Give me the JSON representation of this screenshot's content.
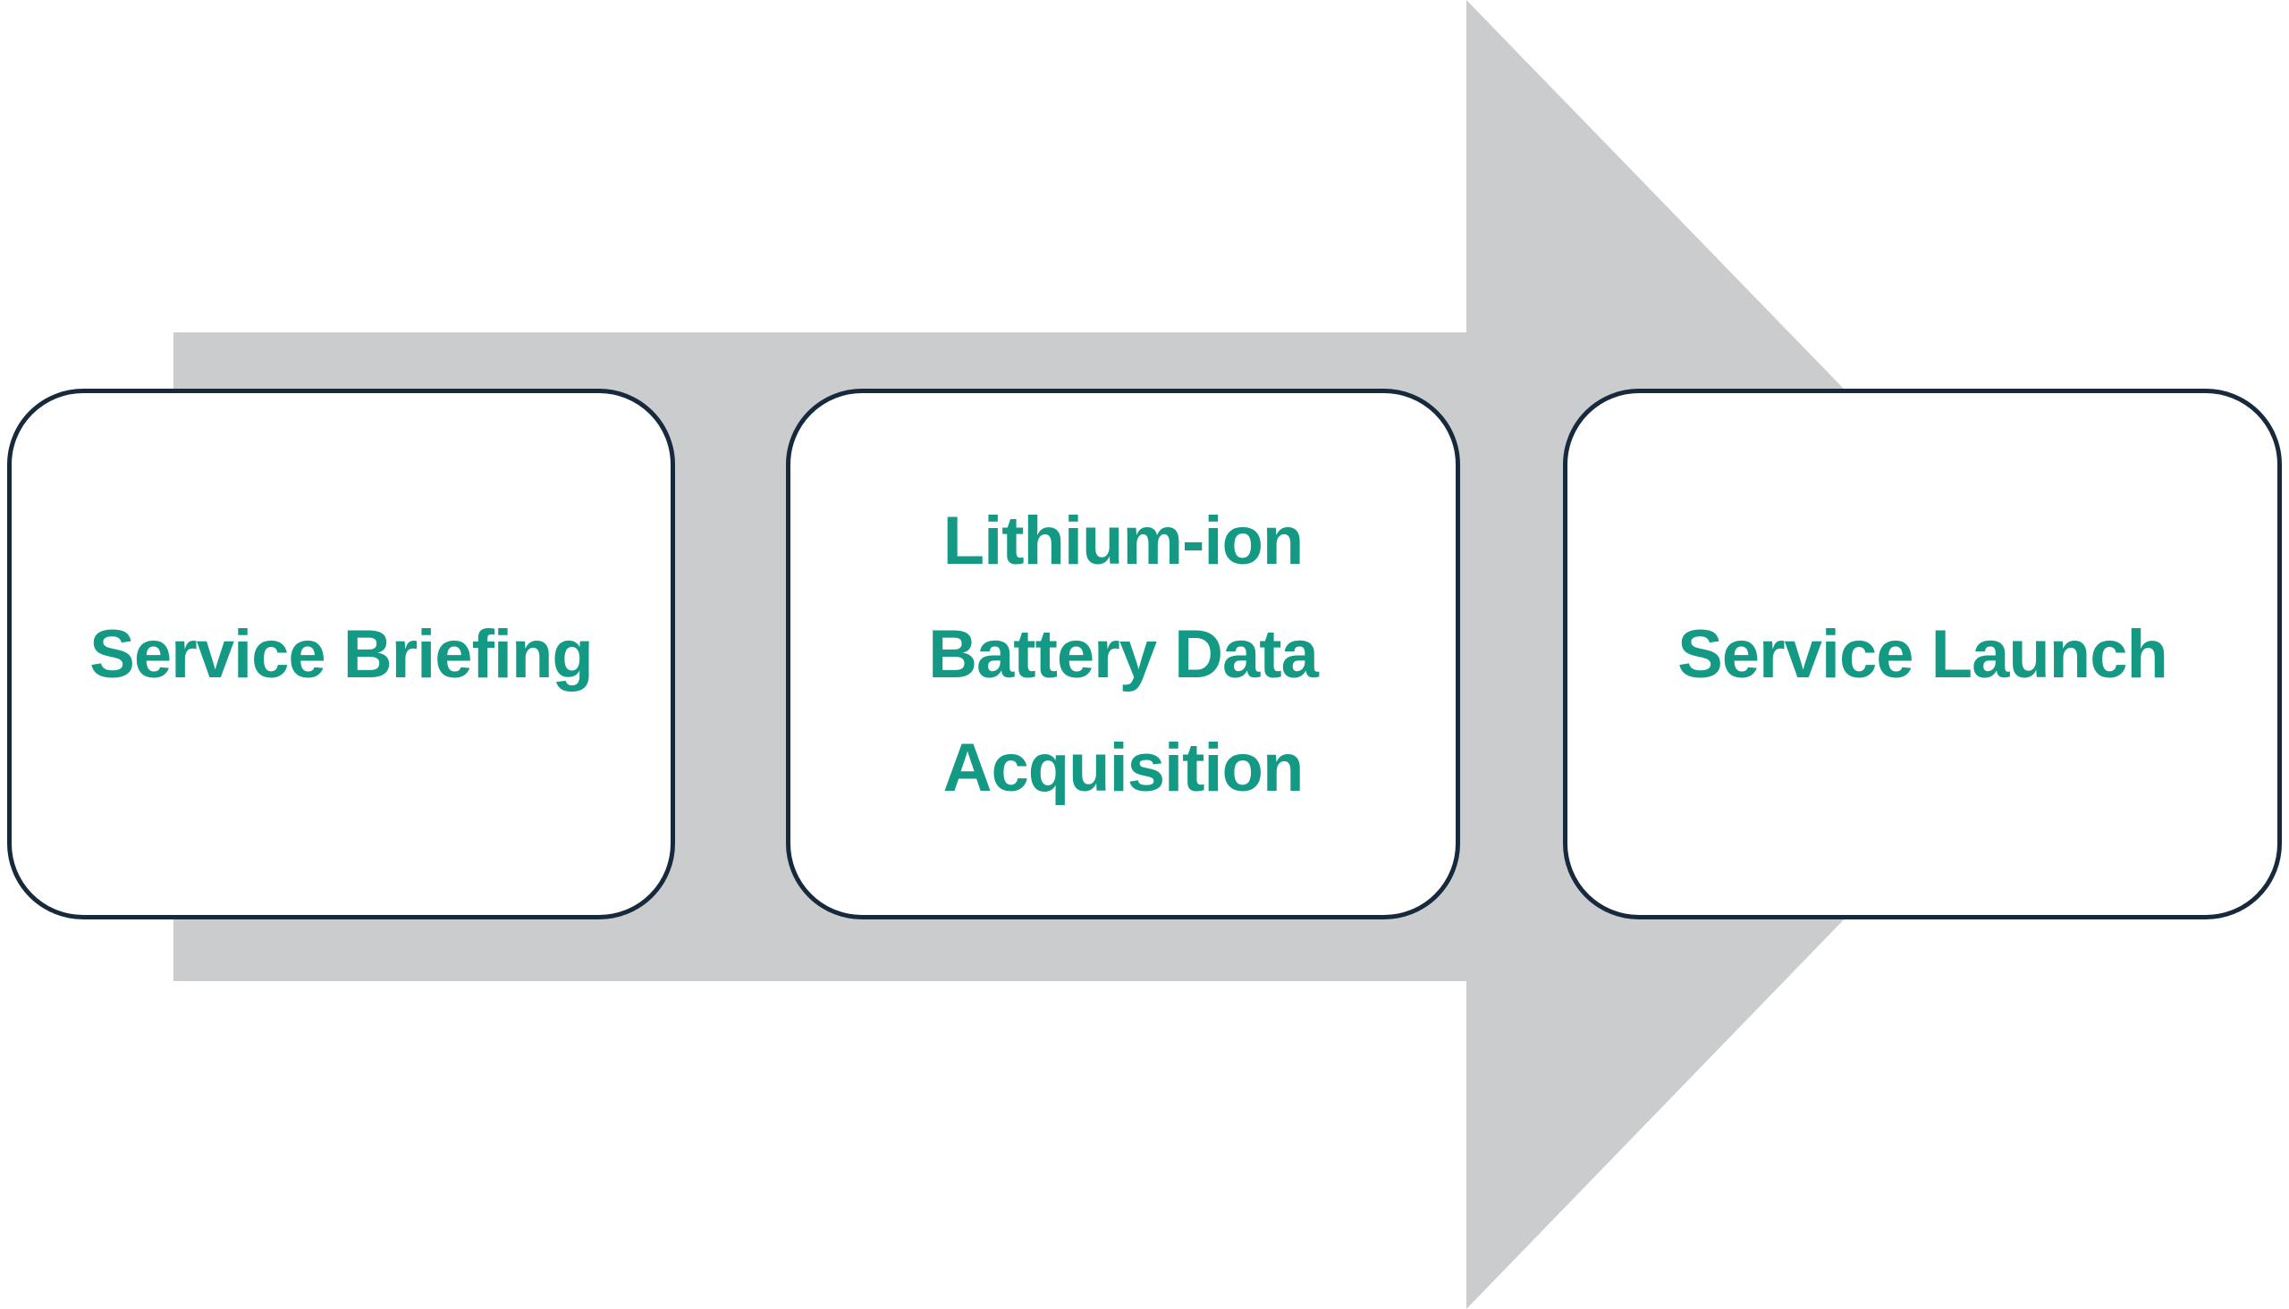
{
  "colors": {
    "background": "#ffffff",
    "arrow-gray": "#cbccce",
    "box-border-navy": "#17293c",
    "box-fill": "#ffffff",
    "text-teal": "#149a84"
  },
  "diagram": {
    "steps": [
      {
        "label": "Service Briefing",
        "lines": [
          "Service Briefing"
        ]
      },
      {
        "label": "Lithium-ion Battery Data Acquisition",
        "lines": [
          "Lithium-ion",
          "Battery Data",
          "Acquisition"
        ]
      },
      {
        "label": "Service Launch",
        "lines": [
          "Service Launch"
        ]
      }
    ]
  }
}
